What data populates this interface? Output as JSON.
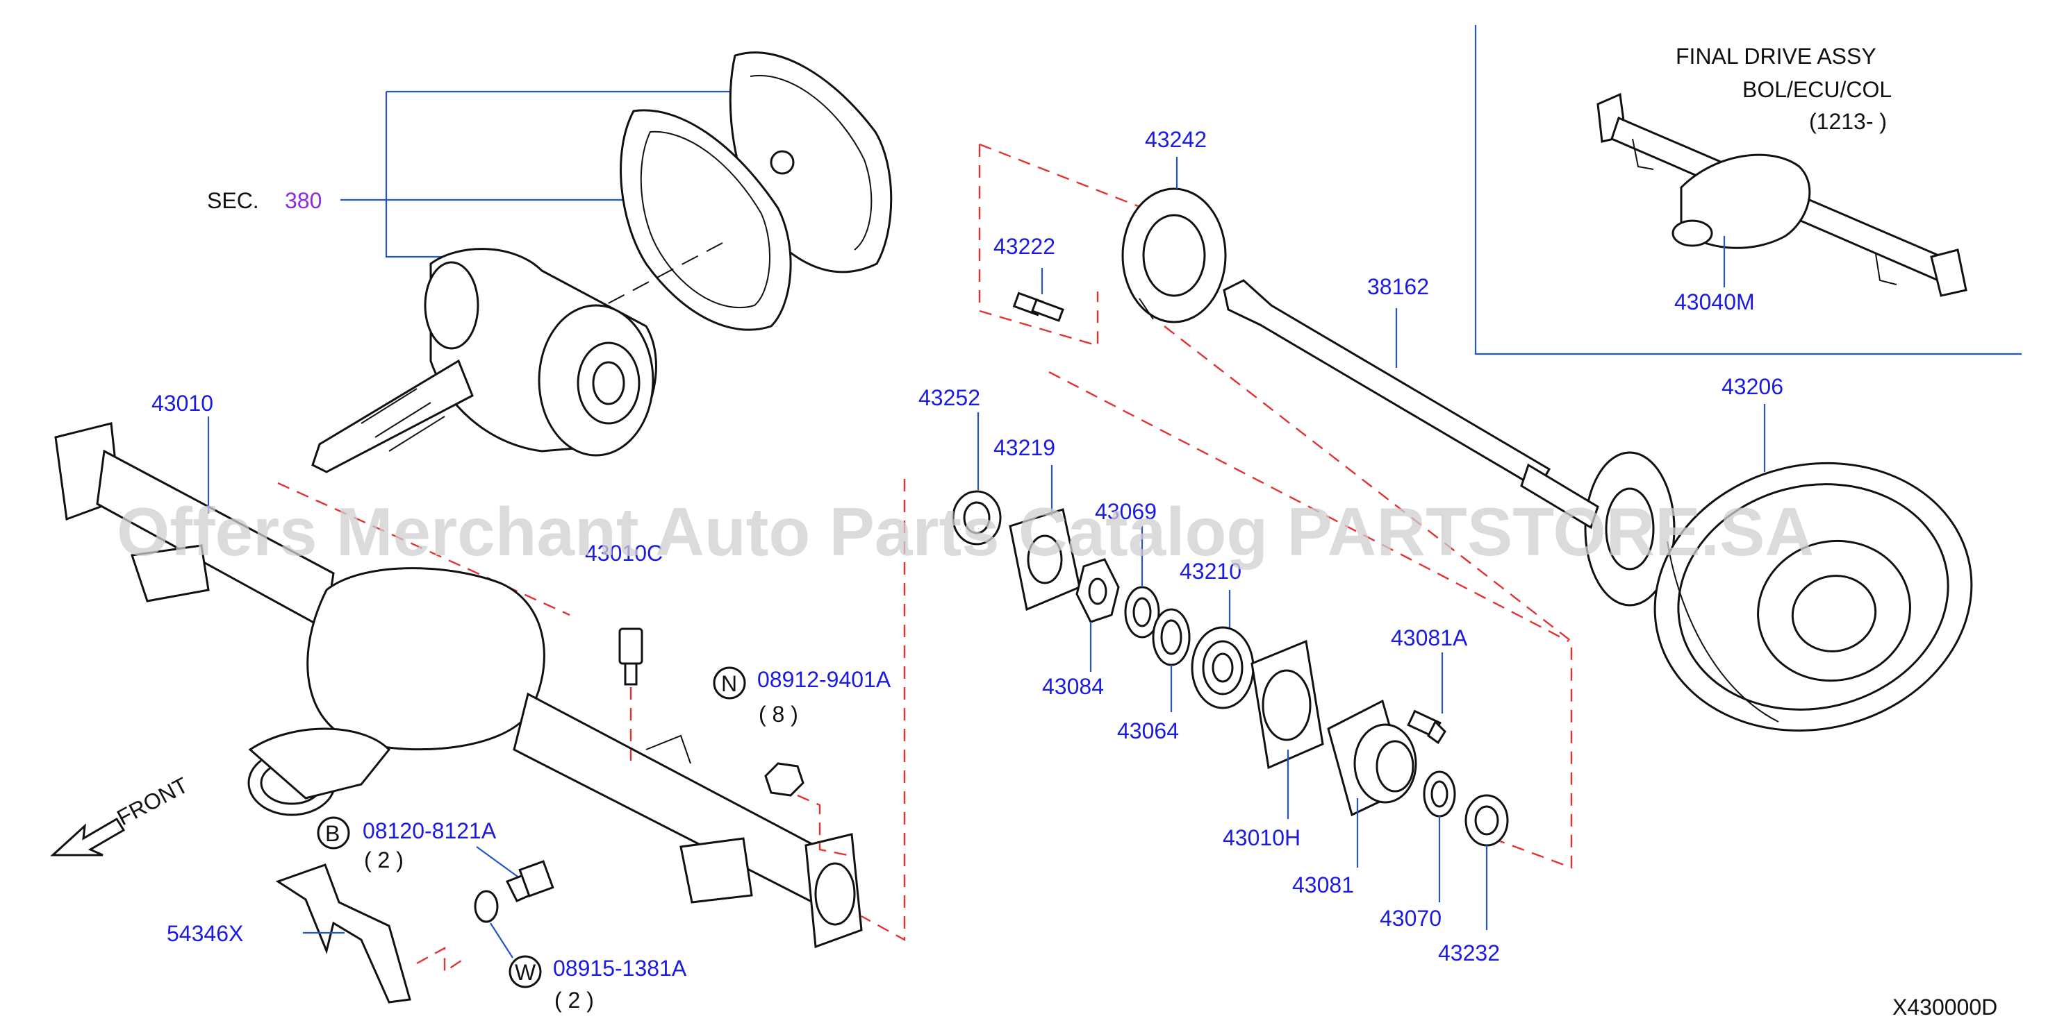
{
  "inset": {
    "title_line1": "FINAL  DRIVE  ASSY",
    "title_line2": "BOL/ECU/COL",
    "title_line3": "(1213-      )",
    "part_label": "43040M"
  },
  "section_ref": {
    "prefix": "SEC.",
    "number": "380"
  },
  "labels": {
    "axle_housing": "43010",
    "breather": "43010C",
    "bearing_retainer": "43010H",
    "shim_43222": "43222",
    "brake_plate_43242": "43242",
    "axle_shaft": "38162",
    "brake_drum": "43206",
    "oil_seal_43252": "43252",
    "gasket_43219": "43219",
    "washer_43069": "43069",
    "lock_nut_43084": "43084",
    "bearing_43210": "43210",
    "spacer_43064": "43064",
    "hub_bolt_43081a": "43081A",
    "hub_43081": "43081",
    "spacer_43070": "43070",
    "seal_43232": "43232",
    "bracket_54346x": "54346X"
  },
  "fasteners": {
    "nut": {
      "marker": "N",
      "part": "08912-9401A",
      "qty": "( 8 )"
    },
    "bolt": {
      "marker": "B",
      "part": "08120-8121A",
      "qty": "( 2 )"
    },
    "washer": {
      "marker": "W",
      "part": "08915-1381A",
      "qty": "( 2 )"
    }
  },
  "front_label": "FRONT",
  "diagram_code": "X430000D",
  "watermark": "Offers Merchant Auto Parts Catalog PARTSTORE.SA",
  "colors": {
    "label_blue": "#1a1ae6",
    "section_purple": "#8a2be2",
    "dashed_red": "#e23333",
    "leader_blue": "#2255cc"
  }
}
